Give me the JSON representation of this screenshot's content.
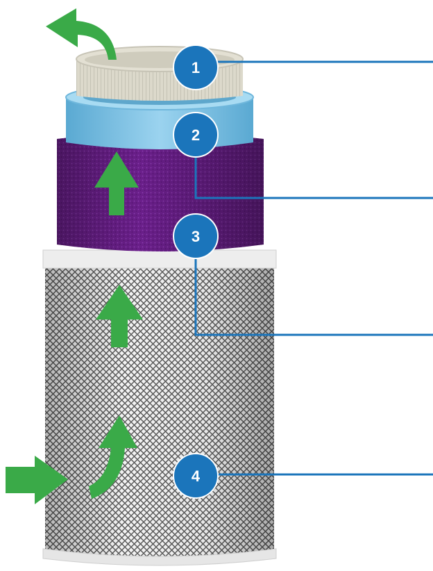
{
  "colors": {
    "background": "#ffffff",
    "callout_line": "#1b75bb",
    "badge_fill": "#1b75bb",
    "badge_text": "#ffffff",
    "airflow_arrow": "#3aaa48",
    "prefilter": "#d6d3c4",
    "blue_ring": "#7cc4e6",
    "purple_foam": "#6a1f8a",
    "mesh_cylinder": "#c9c9c9"
  },
  "layers": [
    {
      "number": "1",
      "icon": "pleated-prefilter-icon"
    },
    {
      "number": "2",
      "icon": "blue-filter-ring-icon"
    },
    {
      "number": "3",
      "icon": "purple-foam-filter-icon"
    },
    {
      "number": "4",
      "icon": "steel-mesh-cylinder-icon"
    }
  ],
  "airflow": {
    "arrows": [
      "arrow-in-icon",
      "arrow-curve-up-icon",
      "arrow-up-icon",
      "arrow-up-icon",
      "arrow-curve-out-icon"
    ]
  }
}
